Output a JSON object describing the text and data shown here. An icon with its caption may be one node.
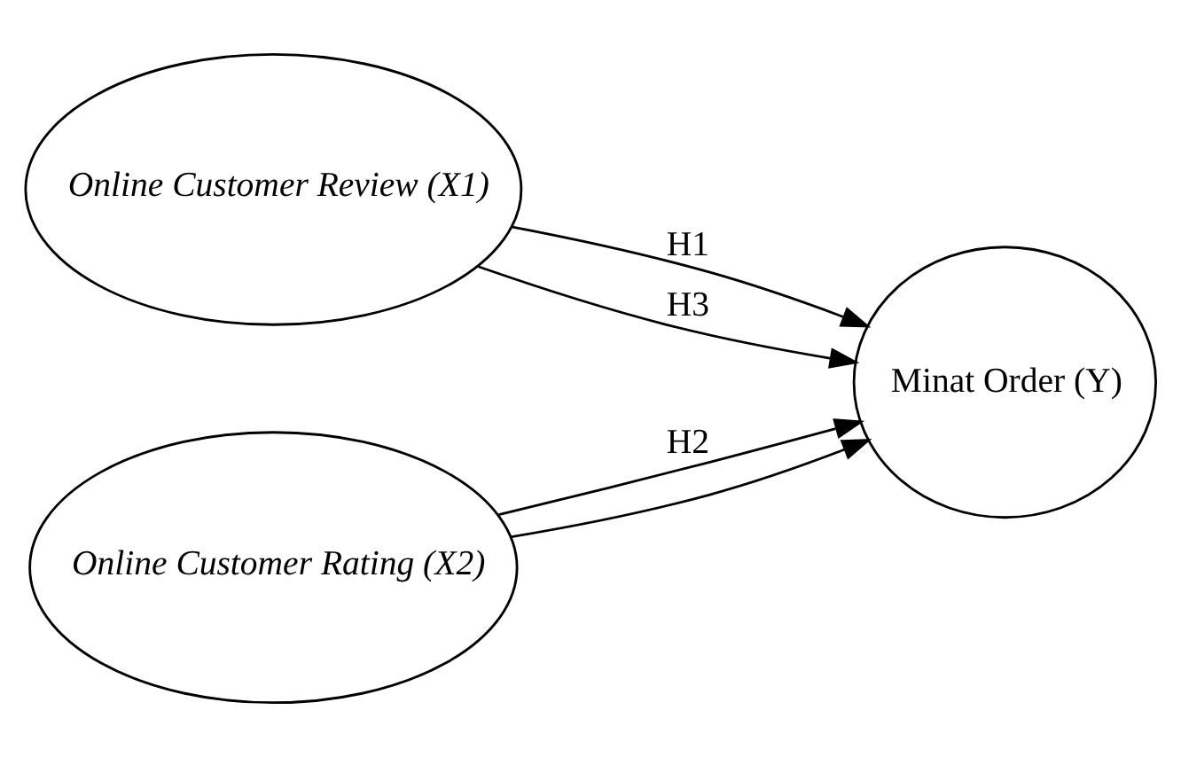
{
  "diagram": {
    "nodes": [
      {
        "text": [
          "Online Customer Review (X1)"
        ]
      },
      {
        "text": [
          "Online Customer Rating (X2)"
        ]
      },
      {
        "text": [
          "Minat Order (Y)"
        ]
      }
    ],
    "edges": [
      {
        "from": 0,
        "to": 2,
        "arrow": "to",
        "label": "H1"
      },
      {
        "from": 1,
        "to": 2,
        "arrow": "to",
        "label": "H2"
      },
      {
        "from": 0,
        "to": 2,
        "arrow": "to",
        "label": "H3"
      },
      {
        "from": 1,
        "to": 2,
        "arrow": "to"
      }
    ]
  }
}
